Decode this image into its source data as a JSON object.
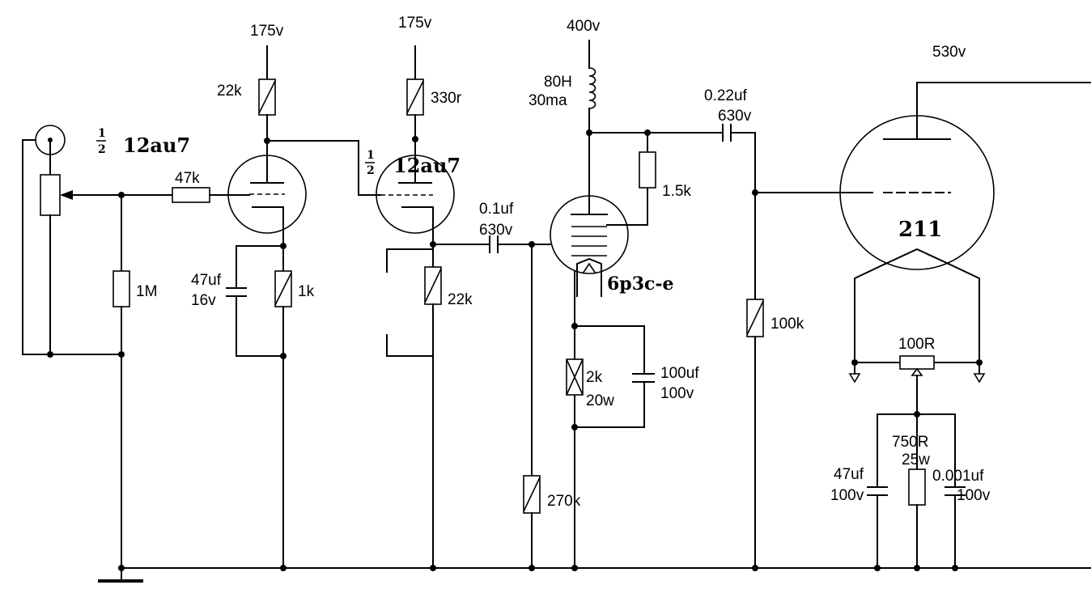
{
  "supplies": {
    "v175_a": "175v",
    "v175_b": "175v",
    "v400": "400v",
    "v530": "530v"
  },
  "stage1": {
    "tube_fraction_num": "1",
    "tube_fraction_den": "2",
    "tube": "12au7",
    "grid_resistor": "47k",
    "grid_leak": "1M",
    "plate_resistor": "22k",
    "cathode_cap_value": "47uf",
    "cathode_cap_voltage": "16v",
    "cathode_resistor": "1k"
  },
  "stage2": {
    "tube_fraction_num": "1",
    "tube_fraction_den": "2",
    "tube": "12au7",
    "plate_resistor": "330r",
    "cathode_resistor": "22k",
    "coupling_cap_value": "0.1uf",
    "coupling_cap_voltage": "630v"
  },
  "driver": {
    "choke_inductance": "80H",
    "choke_current": "30ma",
    "screen_resistor": "1.5k",
    "tube": "6p3c-e",
    "grid_leak": "270k",
    "cathode_resistor_value": "2k",
    "cathode_resistor_power": "20w",
    "cathode_cap_value": "100uf",
    "cathode_cap_voltage": "100v",
    "coupling_cap_value": "0.22uf",
    "coupling_cap_voltage": "630v"
  },
  "output": {
    "tube": "211",
    "grid_leak": "100k",
    "hum_pot": "100R",
    "cathode_resistor_value": "750R",
    "cathode_resistor_power": "25w",
    "cathode_cap_value": "47uf",
    "cathode_cap_voltage": "100v",
    "bypass_cap_value": "0.001uf",
    "bypass_cap_voltage": "100v"
  }
}
